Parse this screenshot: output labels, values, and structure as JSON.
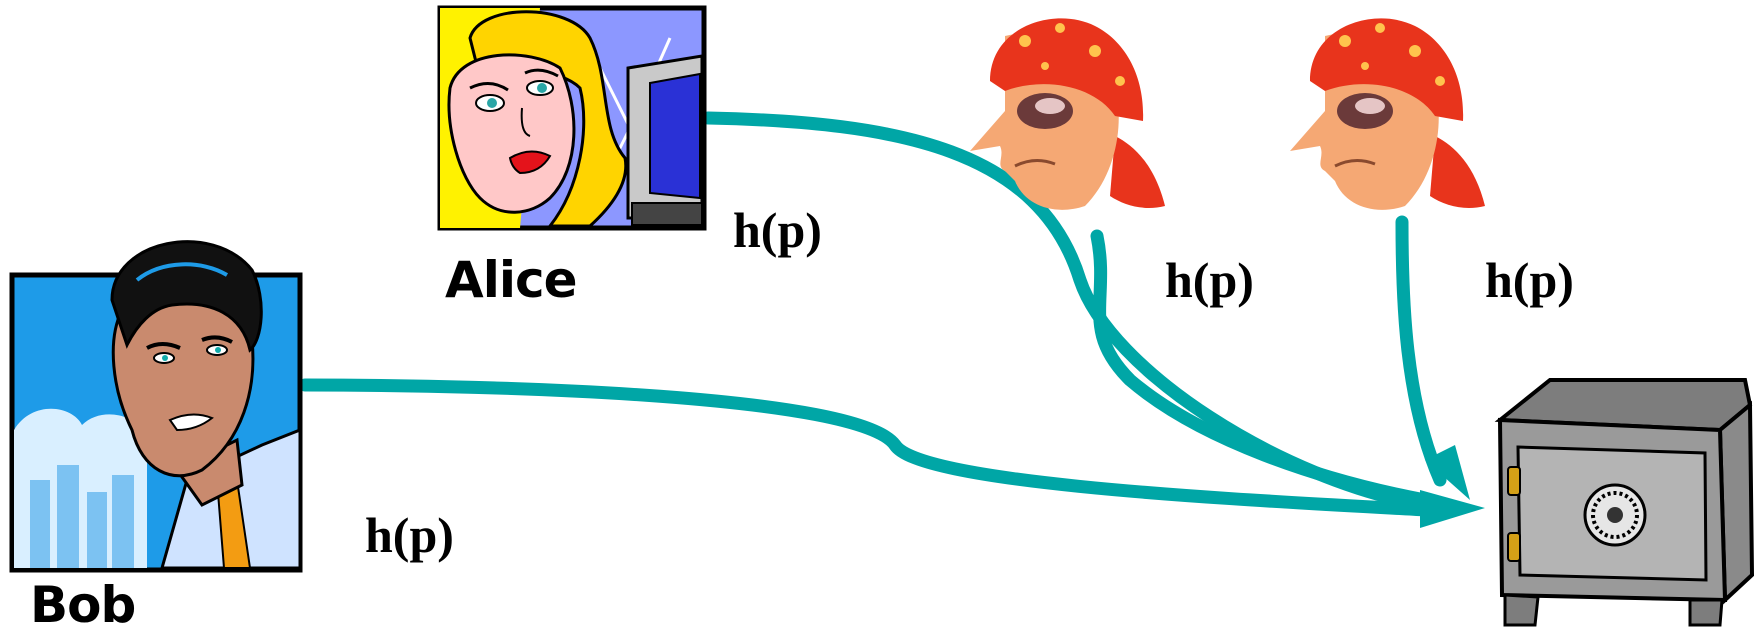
{
  "participants": {
    "alice": {
      "name": "Alice"
    },
    "bob": {
      "name": "Bob"
    }
  },
  "hash_labels": {
    "alice": "h(p)",
    "bob": "h(p)",
    "pirate_1": "h(p)",
    "pirate_2": "h(p)"
  },
  "icons": {
    "alice": "alice-portrait-icon",
    "bob": "bob-portrait-icon",
    "pirate_1": "pirate-icon",
    "pirate_2": "pirate-icon",
    "safe": "safe-icon"
  },
  "colors": {
    "arrow": "#00a6a6",
    "pirate_bandana": "#e8341c",
    "pirate_skin": "#f5a874",
    "safe": "#9a9a9a",
    "alice_bg": "#fff200",
    "bob_bg": "#1e9be8"
  }
}
